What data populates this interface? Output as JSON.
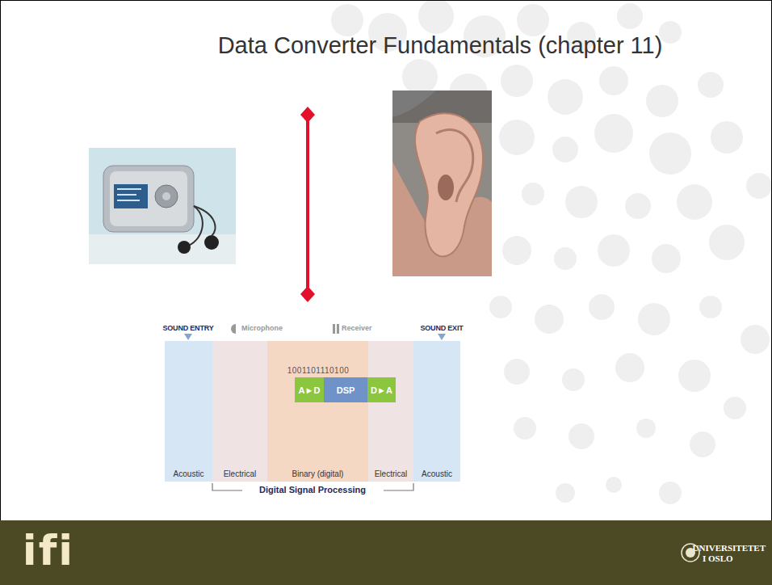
{
  "diagram": {
    "title": "Data Converter Fundamentals (chapter 11)",
    "nodes": [
      {
        "text": [
          "Acoustic"
        ]
      },
      {
        "text": [
          "Electrical"
        ]
      },
      {
        "text": [
          "Binary (digital)"
        ]
      },
      {
        "text": [
          "Electrical"
        ]
      },
      {
        "text": [
          "Acoustic"
        ]
      },
      {
        "text": [
          "A►D"
        ]
      },
      {
        "text": [
          "DSP"
        ]
      },
      {
        "text": [
          "D►A"
        ]
      }
    ],
    "labels": [
      "SOUND ENTRY",
      "SOUND EXIT",
      "1001101110100",
      "Digital Signal Processing",
      "ifi",
      "UNIVERSITETET",
      "I OSLO"
    ],
    "legend": [
      {
        "text": "Microphone"
      },
      {
        "text": "Receiver"
      }
    ]
  }
}
